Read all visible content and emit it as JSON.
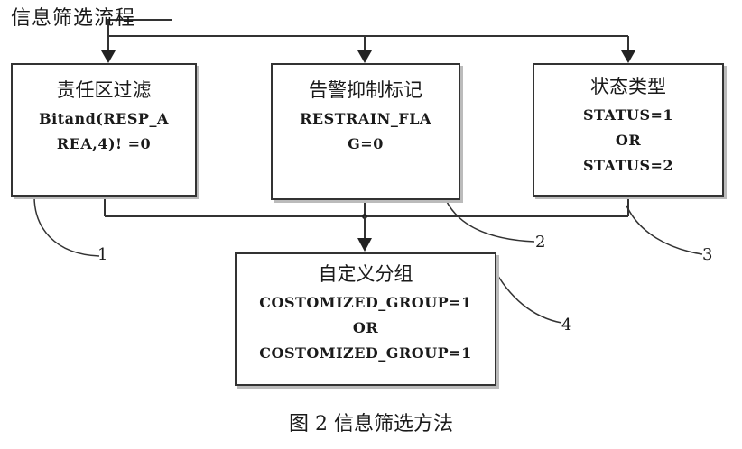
{
  "title": "信息筛选流程",
  "boxes": {
    "b1": {
      "heading": "责任区过滤",
      "lines": [
        "Bitand(RESP_A",
        "REA,4)!  =0"
      ]
    },
    "b2": {
      "heading": "告警抑制标记",
      "lines": [
        "RESTRAIN_FLA",
        "G=0"
      ]
    },
    "b3": {
      "heading": "状态类型",
      "lines": [
        "STATUS=1",
        "OR",
        "STATUS=2"
      ]
    },
    "b4": {
      "heading": "自定义分组",
      "lines": [
        "COSTOMIZED_GROUP=1",
        "OR",
        "COSTOMIZED_GROUP=1"
      ]
    }
  },
  "labels": [
    "1",
    "2",
    "3",
    "4"
  ],
  "caption": "图 2 信息筛选方法"
}
